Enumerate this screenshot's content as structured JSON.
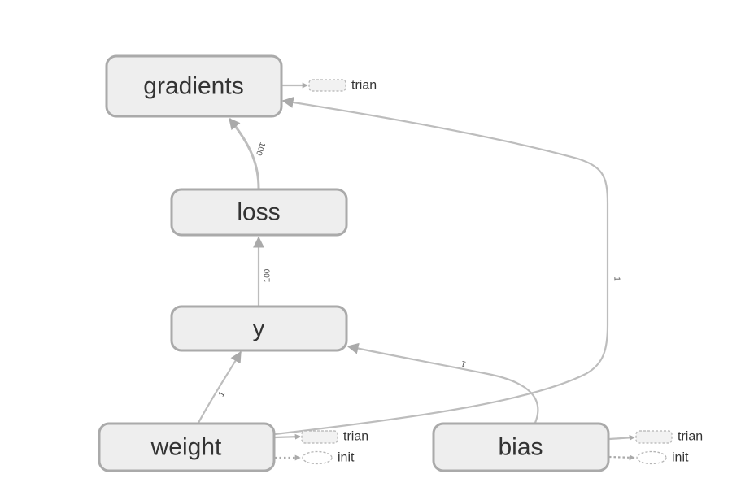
{
  "graph": {
    "nodes": {
      "gradients": "gradients",
      "loss": "loss",
      "y": "y",
      "weight": "weight",
      "bias": "bias"
    },
    "edge_labels": {
      "loss_to_gradients": "100",
      "y_to_loss": "100",
      "weight_to_y": "1",
      "bias_to_y": "1",
      "bias_to_gradients": "1"
    },
    "aux": {
      "gradients_trian": "trian",
      "weight_trian": "trian",
      "weight_init": "init",
      "bias_trian": "trian",
      "bias_init": "init"
    },
    "colors": {
      "node_fill": "#eeeeee",
      "node_stroke": "#aaaaaa",
      "edge": "#bdbdbd"
    }
  }
}
